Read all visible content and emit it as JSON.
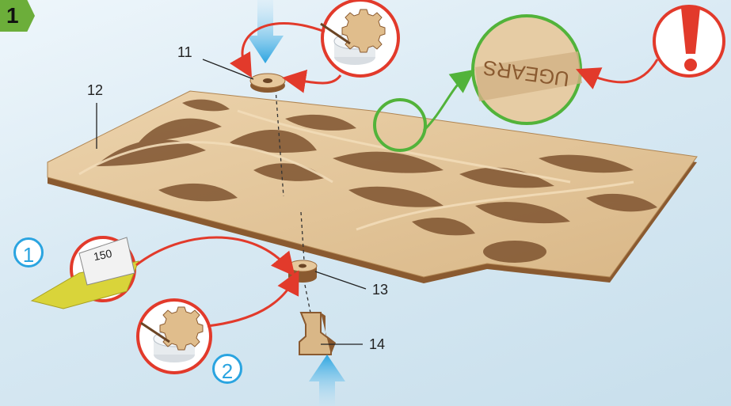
{
  "step": "1",
  "part_labels": {
    "p11": "11",
    "p12": "12",
    "p13": "13",
    "p14": "14"
  },
  "order_steps": {
    "s1": "1",
    "s2": "2"
  },
  "sandpaper_grit": "150",
  "engraving": "UGEARS",
  "warning_symbol": "!",
  "colors": {
    "wood": "#e2c49a",
    "wood_edge": "#9c6b3c",
    "red": "#e23a2b",
    "green": "#52b33a",
    "blue": "#2aa4e0",
    "badge": "#6cae3a"
  },
  "icons": [
    "glue-tube-icon",
    "sandpaper-icon",
    "exclamation-icon",
    "arrow-down-icon",
    "arrow-up-icon"
  ]
}
